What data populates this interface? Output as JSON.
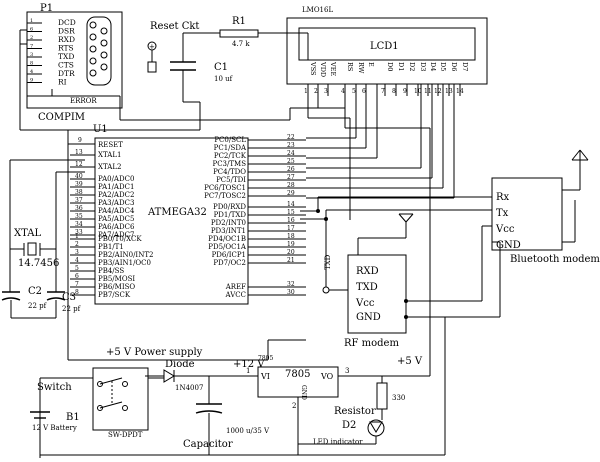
{
  "p1": {
    "name": "P1",
    "pins": [
      "DCD",
      "DSR",
      "RXD",
      "RTS",
      "TXD",
      "CTS",
      "DTR",
      "RI"
    ],
    "nums": [
      "1",
      "6",
      "2",
      "7",
      "3",
      "8",
      "4",
      "9"
    ],
    "status": "ERROR",
    "caption": "COMPIM"
  },
  "reset": {
    "label": "Reset Ckt",
    "r1": "R1",
    "r1_value": "4.7 k",
    "c1": "C1",
    "c1_value": "10 uf"
  },
  "lcd": {
    "model": "LMO16L",
    "name": "LCD1",
    "pins": [
      "VSS",
      "VDD",
      "VEE",
      "RS",
      "RW",
      "E",
      "D0",
      "D1",
      "D2",
      "D3",
      "D4",
      "D5",
      "D6",
      "D7"
    ],
    "nums": [
      "1",
      "2",
      "3",
      "4",
      "5",
      "6",
      "7",
      "8",
      "9",
      "10",
      "11",
      "12",
      "13",
      "14"
    ]
  },
  "mcu": {
    "designator": "U1",
    "name": "ATMEGA32",
    "reset_label": "RESET",
    "reset_pin": "9",
    "left_pins": [
      {
        "num": "13",
        "label": "XTAL1"
      },
      {
        "num": "12",
        "label": "XTAL2"
      },
      {
        "num": "40",
        "label": "PA0/ADC0"
      },
      {
        "num": "39",
        "label": "PA1/ADC1"
      },
      {
        "num": "38",
        "label": "PA2/ADC2"
      },
      {
        "num": "37",
        "label": "PA3/ADC3"
      },
      {
        "num": "36",
        "label": "PA4/ADC4"
      },
      {
        "num": "35",
        "label": "PA5/ADC5"
      },
      {
        "num": "34",
        "label": "PA6/ADC6"
      },
      {
        "num": "33",
        "label": "PA7/ADC7"
      },
      {
        "num": "1",
        "label": "PB0/T0/XCK"
      },
      {
        "num": "2",
        "label": "PB1/T1"
      },
      {
        "num": "3",
        "label": "PB2/AIN0/INT2"
      },
      {
        "num": "4",
        "label": "PB3/AIN1/OC0"
      },
      {
        "num": "5",
        "label": "PB4/SS"
      },
      {
        "num": "6",
        "label": "PB5/MOSI"
      },
      {
        "num": "7",
        "label": "PB6/MISO"
      },
      {
        "num": "8",
        "label": "PB7/SCK"
      }
    ],
    "right_pins": [
      {
        "num": "22",
        "label": "PC0/SCL"
      },
      {
        "num": "23",
        "label": "PC1/SDA"
      },
      {
        "num": "24",
        "label": "PC2/TCK"
      },
      {
        "num": "25",
        "label": "PC3/TMS"
      },
      {
        "num": "26",
        "label": "PC4/TDO"
      },
      {
        "num": "27",
        "label": "PC5/TDI"
      },
      {
        "num": "28",
        "label": "PC6/TOSC1"
      },
      {
        "num": "29",
        "label": "PC7/TOSC2"
      },
      {
        "num": "14",
        "label": "PD0/RXD"
      },
      {
        "num": "15",
        "label": "PD1/TXD"
      },
      {
        "num": "16",
        "label": "PD2/INT0"
      },
      {
        "num": "17",
        "label": "PD3/INT1"
      },
      {
        "num": "18",
        "label": "PD4/OC1B"
      },
      {
        "num": "19",
        "label": "PD5/OC1A"
      },
      {
        "num": "20",
        "label": "PD6/ICP1"
      },
      {
        "num": "21",
        "label": "PD7/OC2"
      },
      {
        "num": "32",
        "label": "AREF"
      },
      {
        "num": "30",
        "label": "AVCC"
      }
    ]
  },
  "crystal": {
    "label": "XTAL",
    "value": "14.7456",
    "c2": "C2",
    "c3": "C3",
    "c2_value": "22 pf",
    "c3_value": "22 pf"
  },
  "bluetooth": {
    "pins": [
      "Rx",
      "Tx",
      "Vcc",
      "GND"
    ],
    "label": "Bluetooth modem"
  },
  "rf": {
    "pins": [
      "RXD",
      "TXD",
      "Vcc",
      "GND"
    ],
    "txd_label": "TXD",
    "label": "RF modem"
  },
  "power": {
    "supply_label": "+5 V Power supply",
    "diode_label": "Diode",
    "diode_part": "1N4007",
    "plus12": "+12 V",
    "reg_part": "7805",
    "reg_name": "7805",
    "vi": "VI",
    "vo": "VO",
    "gnd": "GND",
    "pin1": "1",
    "pin2": "2",
    "pin3": "3",
    "plus5": "+5 V",
    "switch_label": "Switch",
    "sw_part": "SW-DPDT",
    "battery": "B1",
    "battery_value": "12 V Battery",
    "cap_label": "Capacitor",
    "cap_value": "1000 u/35 V",
    "resistor_label": "Resistor",
    "resistor_value": "330",
    "led": "D2",
    "led_label": "LED indicator"
  }
}
